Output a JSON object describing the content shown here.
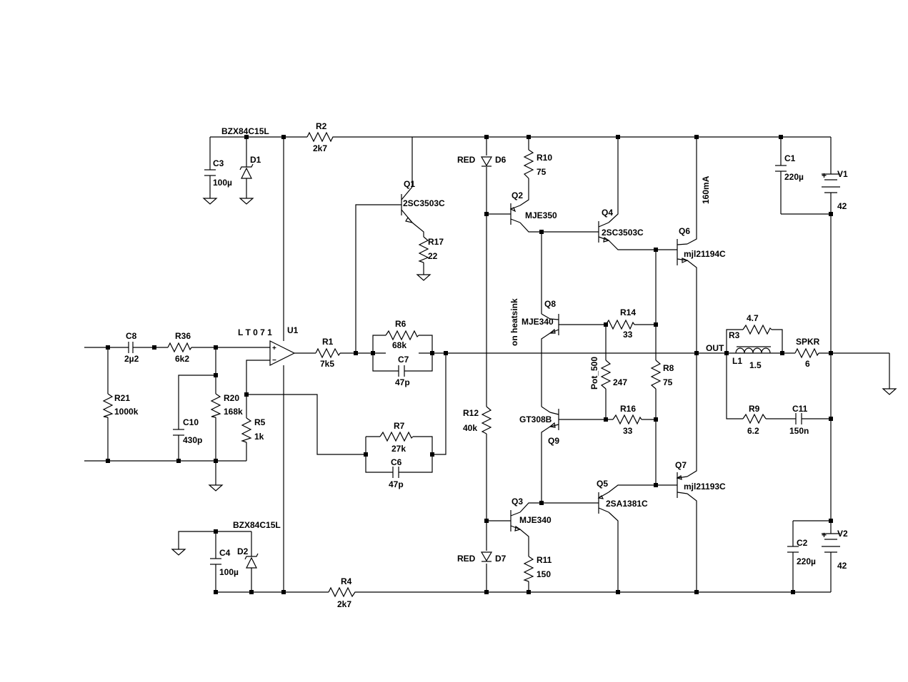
{
  "labels": {
    "d1_part": "BZX84C15L",
    "d2_part": "BZX84C15L",
    "c3": "C3",
    "c3_val": "100µ",
    "d1": "D1",
    "r2": "R2",
    "r2_val": "2k7",
    "d6_color": "RED",
    "d6": "D6",
    "r10": "R10",
    "r10_val": "75",
    "q1": "Q1",
    "q1_part": "2SC3503C",
    "q2": "Q2",
    "q2_part": "MJE350",
    "q4": "Q4",
    "q4_part": "2SC3503C",
    "q6": "Q6",
    "q6_part": "mjl21194C",
    "bias_current": "160mA",
    "c1": "C1",
    "c1_val": "220µ",
    "v1": "V1",
    "v1_val": "42",
    "r17": "R17",
    "r17_val": "22",
    "q8": "Q8",
    "q8_part": "MJE340",
    "heatsink": "on heatsink",
    "r14": "R14",
    "r14_val": "33",
    "pot": "Pot_500",
    "pot_val": "247",
    "r8": "R8",
    "r8_val": "75",
    "c8": "C8",
    "c8_val": "2µ2",
    "r36": "R36",
    "r36_val": "6k2",
    "u1": "U1",
    "u1_part": "L T 0 7 1",
    "r1": "R1",
    "r1_val": "7k5",
    "r6": "R6",
    "r6_val": "68k",
    "c7": "C7",
    "c7_val": "47p",
    "r3": "R3",
    "r3_val": "4.7",
    "out": "OUT",
    "l1": "L1",
    "l1_val": "1.5",
    "spkr": "SPKR",
    "spkr_val": "6",
    "r21": "R21",
    "r21_val": "1000k",
    "r20": "R20",
    "r20_val": "168k",
    "c10": "C10",
    "c10_val": "430p",
    "r5": "R5",
    "r5_val": "1k",
    "r12": "R12",
    "r12_val": "40k",
    "q9": "Q9",
    "q9_part": "GT308B",
    "r16": "R16",
    "r16_val": "33",
    "r9": "R9",
    "r9_val": "6.2",
    "c11": "C11",
    "c11_val": "150n",
    "r7": "R7",
    "r7_val": "27k",
    "c6": "C6",
    "c6_val": "47p",
    "q7": "Q7",
    "q7_part": "mjl21193C",
    "q5": "Q5",
    "q5_part": "2SA1381C",
    "q3": "Q3",
    "q3_part": "MJE340",
    "c4": "C4",
    "c4_val": "100µ",
    "d2": "D2",
    "d7_color": "RED",
    "d7": "D7",
    "r11": "R11",
    "r11_val": "150",
    "c2": "C2",
    "c2_val": "220µ",
    "v2": "V2",
    "v2_val": "42",
    "r4": "R4",
    "r4_val": "2k7",
    "plus": "+",
    "minus": "−",
    "batt_plus": "+"
  }
}
